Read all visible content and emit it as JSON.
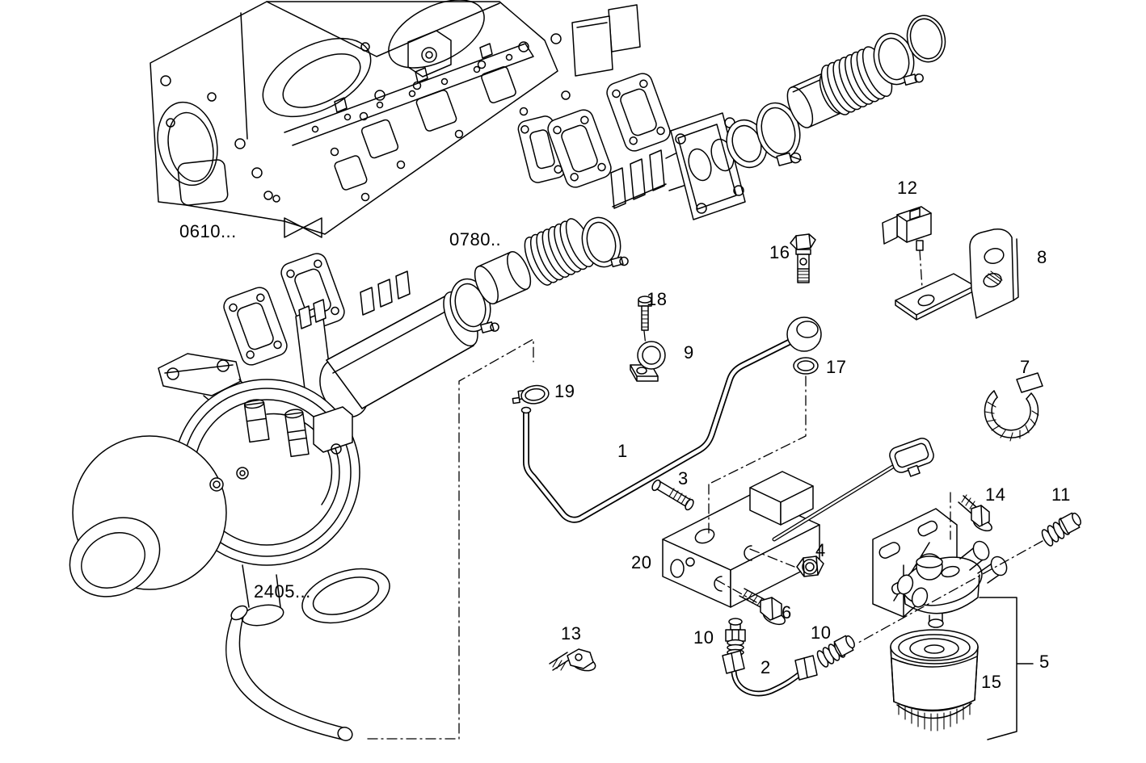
{
  "diagram": {
    "background_color": "#ffffff",
    "line_color": "#000000",
    "label_color": "#000000",
    "description_labels_visible": [
      "part numbers 1-20",
      "group reference codes"
    ]
  },
  "ref_codes": {
    "cylinder_head": "0610...",
    "exhaust_manifold": "0780..",
    "turbocharger": "2405..."
  },
  "part_labels": {
    "p1": "1",
    "p2": "2",
    "p3": "3",
    "p4": "4",
    "p5": "5",
    "p6": "6",
    "p7": "7",
    "p8": "8",
    "p9": "9",
    "p10a": "10",
    "p10b": "10",
    "p11": "11",
    "p12": "12",
    "p13": "13",
    "p14": "14",
    "p15": "15",
    "p16": "16",
    "p17": "17",
    "p18": "18",
    "p19": "19",
    "p20": "20"
  }
}
